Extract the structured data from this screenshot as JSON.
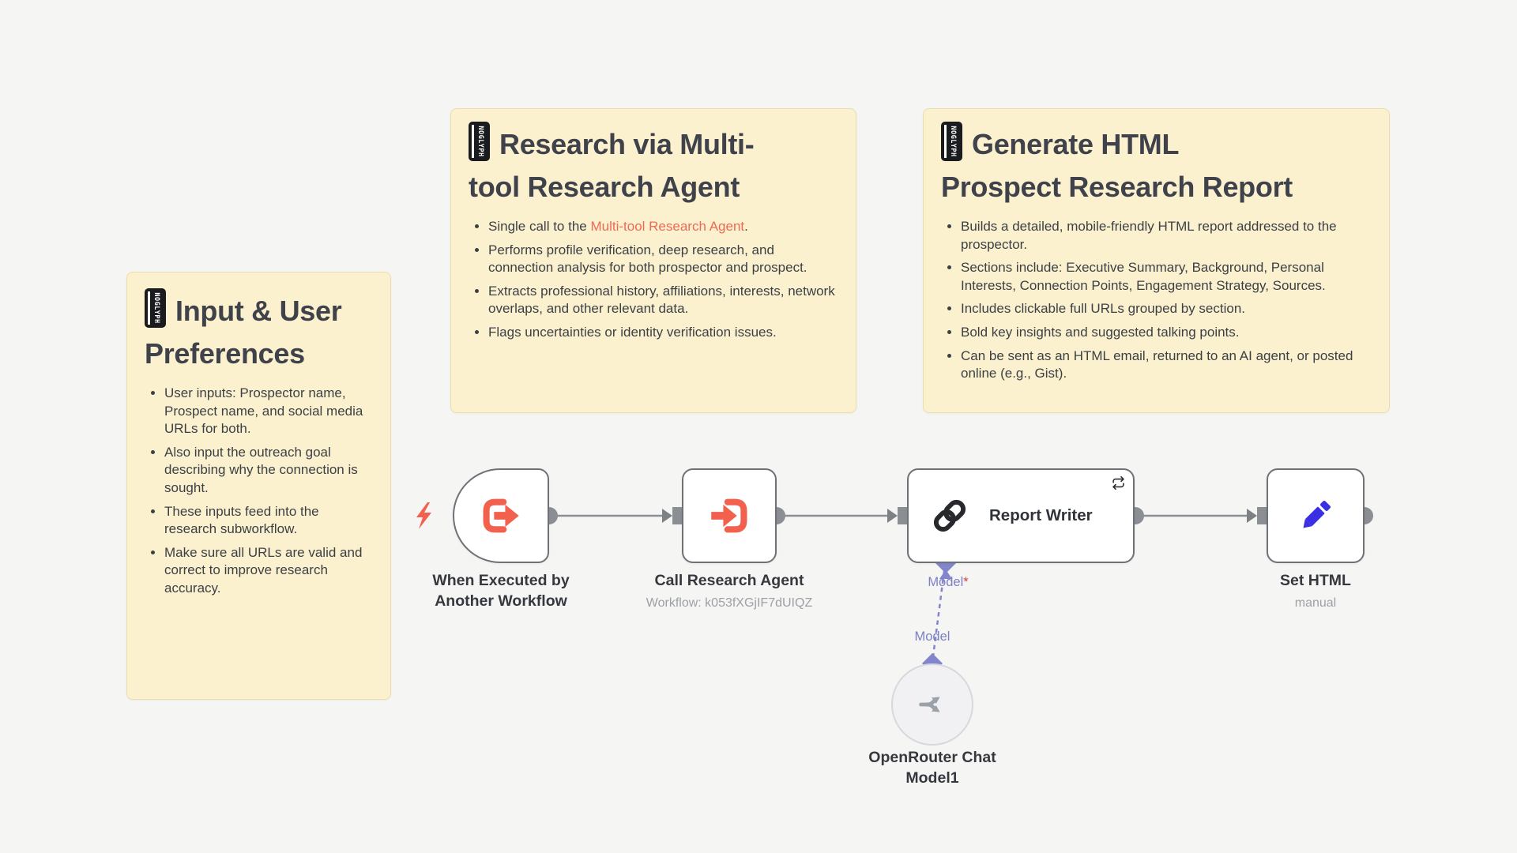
{
  "colors": {
    "canvas-bg": "#f5f5f3",
    "note-bg": "#fcf1ce",
    "note-border": "#ecddae",
    "link": "#ec6a57",
    "coral": "#f2614e",
    "node-border": "#6e7277",
    "wire": "#8b8f94",
    "purple": "#8385cc",
    "blue": "#3b2fe4",
    "star": "#d8433d"
  },
  "notes": [
    {
      "badge_text": "NOGLYPH",
      "title_lines": [
        "Input & User",
        "Preferences"
      ],
      "bullets": [
        {
          "text": "User inputs: Prospector name, Prospect name, and social media URLs for both."
        },
        {
          "text": "Also input the outreach goal describing why the connection is sought."
        },
        {
          "text": "These inputs feed into the research subworkflow."
        },
        {
          "text": "Make sure all URLs are valid and correct to improve research accuracy."
        }
      ]
    },
    {
      "badge_text": "NOGLYPH",
      "title_lines": [
        "Research via Multi-",
        "tool Research Agent"
      ],
      "bullets": [
        {
          "prefix": "Single call to the ",
          "link": "Multi-tool Research Agent",
          "suffix": "."
        },
        {
          "text": "Performs profile verification, deep research, and connection analysis for both prospector and prospect."
        },
        {
          "text": "Extracts professional history, affiliations, interests, network overlaps, and other relevant data."
        },
        {
          "text": "Flags uncertainties or identity verification issues."
        }
      ]
    },
    {
      "badge_text": "NOGLYPH",
      "title_lines": [
        "Generate HTML",
        "Prospect Research Report"
      ],
      "bullets": [
        {
          "text": "Builds a detailed, mobile-friendly HTML report addressed to the prospector."
        },
        {
          "text": "Sections include: Executive Summary, Background, Personal Interests, Connection Points, Engagement Strategy, Sources."
        },
        {
          "text": "Includes clickable full URLs grouped by section."
        },
        {
          "text": "Bold key insights and suggested talking points."
        },
        {
          "text": "Can be sent as an HTML email, returned to an AI agent, or posted online (e.g., Gist)."
        }
      ]
    }
  ],
  "nodes": {
    "trigger": {
      "label_line1": "When Executed by",
      "label_line2": "Another Workflow"
    },
    "call_agent": {
      "label": "Call Research Agent",
      "subtitle": "Workflow: k053fXGjIF7dUIQZ"
    },
    "report_writer": {
      "label": "Report Writer",
      "model_port_label": "Model",
      "required_marker": "*"
    },
    "set_html": {
      "label": "Set HTML",
      "subtitle": "manual"
    },
    "openrouter": {
      "label_line1": "OpenRouter Chat",
      "label_line2": "Model1",
      "port_label": "Model"
    }
  }
}
